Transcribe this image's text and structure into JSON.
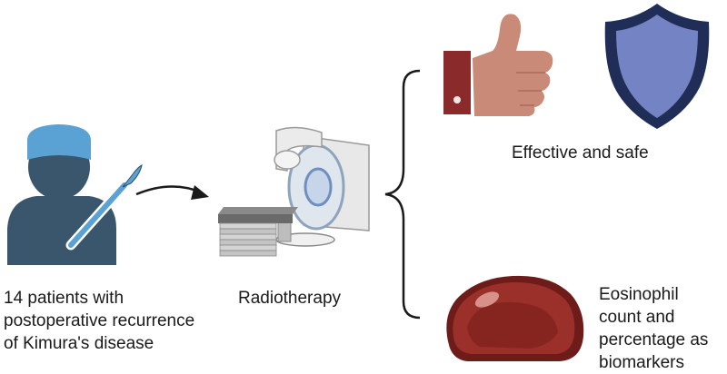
{
  "diagram": {
    "nodes": {
      "patients": {
        "label": "14 patients with\npostoperative recurrence\nof Kimura's disease",
        "icon": "surgeon-with-scalpel-icon"
      },
      "treatment": {
        "label": "Radiotherapy",
        "icon": "radiotherapy-machine-icon"
      },
      "outcome": {
        "label": "Effective and safe",
        "icons": [
          "thumbs-up-icon",
          "shield-icon"
        ]
      },
      "biomarkers": {
        "label": "Eosinophil\ncount and\npercentage as\nbiomarkers",
        "icon": "blood-cell-icon"
      }
    },
    "colors": {
      "surgeon": "#3a566d",
      "cap": "#5ba2d4",
      "thumb": "#c98a78",
      "cuff": "#8b2a2a",
      "shield": "#7383c4",
      "shield_border": "#1f2d57",
      "cell": "#9b2f2a"
    }
  }
}
